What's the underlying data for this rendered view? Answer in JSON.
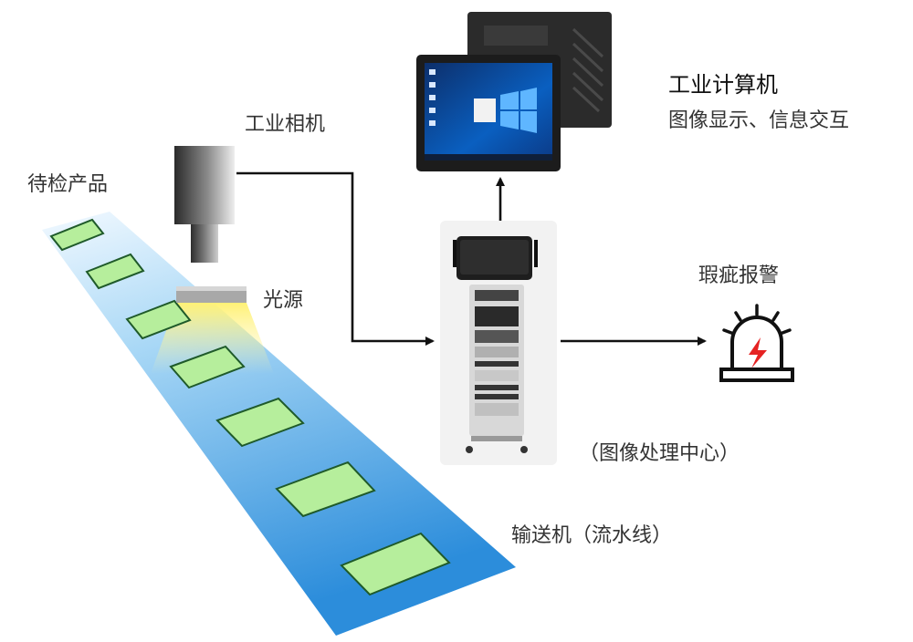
{
  "labels": {
    "product": "待检产品",
    "camera": "工业相机",
    "light": "光源",
    "computer_title": "工业计算机",
    "computer_sub": "图像显示、信息交互",
    "alarm": "瑕疵报警",
    "processing": "（图像处理中心）",
    "conveyor": "输送机（流水线）"
  },
  "icons": {
    "alarm": "siren-icon",
    "camera": "industrial-camera-icon",
    "light": "ring-light-icon",
    "computer": "panel-pc-icon",
    "cabinet": "processing-cabinet-icon"
  },
  "colors": {
    "conveyor_top": "#e6f4fd",
    "conveyor_bottom": "#2f8fdc",
    "product_fill": "#b6ee9c",
    "product_border": "#1f5a2a",
    "light_glow": "#ffe24a",
    "alarm_red": "#e52222",
    "arrow": "#111111"
  }
}
